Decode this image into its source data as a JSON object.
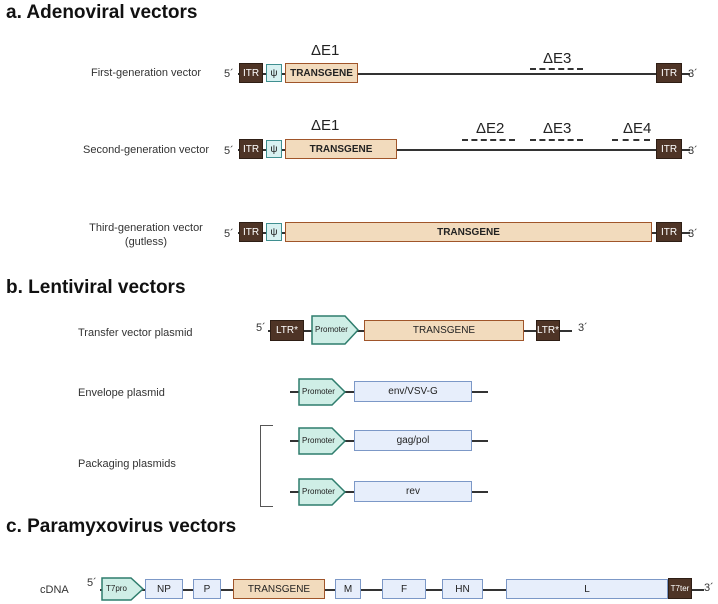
{
  "sections": {
    "adeno_title": "a. Adenoviral vectors",
    "lenti_title": "b. Lentiviral vectors",
    "paramyxo_title": "c. Paramyxovirus vectors"
  },
  "adeno": {
    "first_label": "First-generation vector",
    "second_label": "Second-generation vector",
    "third_label": "Third-generation vector",
    "third_sublabel": "(gutless)",
    "itr": "ITR",
    "psi": "ψ",
    "transgene": "TRANSGENE",
    "delta_e1": "ΔE1",
    "delta_e2": "ΔE2",
    "delta_e3": "ΔE3",
    "delta_e4": "ΔE4",
    "five_prime": "5´",
    "three_prime": "3´"
  },
  "lenti": {
    "transfer_label": "Transfer vector plasmid",
    "envelope_label": "Envelope plasmid",
    "packaging_label": "Packaging plasmids",
    "ltr": "LTR*",
    "promoter": "Promoter",
    "transgene": "TRANSGENE",
    "env": "env/VSV-G",
    "gagpol": "gag/pol",
    "rev": "rev",
    "five_prime": "5´",
    "three_prime": "3´"
  },
  "paramyxo": {
    "cdna_label": "cDNA",
    "t7pro": "T7pro",
    "np": "NP",
    "p": "P",
    "transgene": "TRANSGENE",
    "m": "M",
    "f": "F",
    "hn": "HN",
    "l": "L",
    "t7ter": "T7ter",
    "five_prime": "5´",
    "three_prime": "3´"
  },
  "colors": {
    "itr_fill": "#4e3426",
    "psi_fill": "#d8f1f1",
    "psi_border": "#3f8f90",
    "transgene_fill": "#f2dbbd",
    "transgene_border": "#a0552a",
    "gene_fill": "#e7eefb",
    "gene_border": "#7c98c7",
    "promoter_fill": "#cfeee6",
    "promoter_border": "#2f7d6d"
  }
}
